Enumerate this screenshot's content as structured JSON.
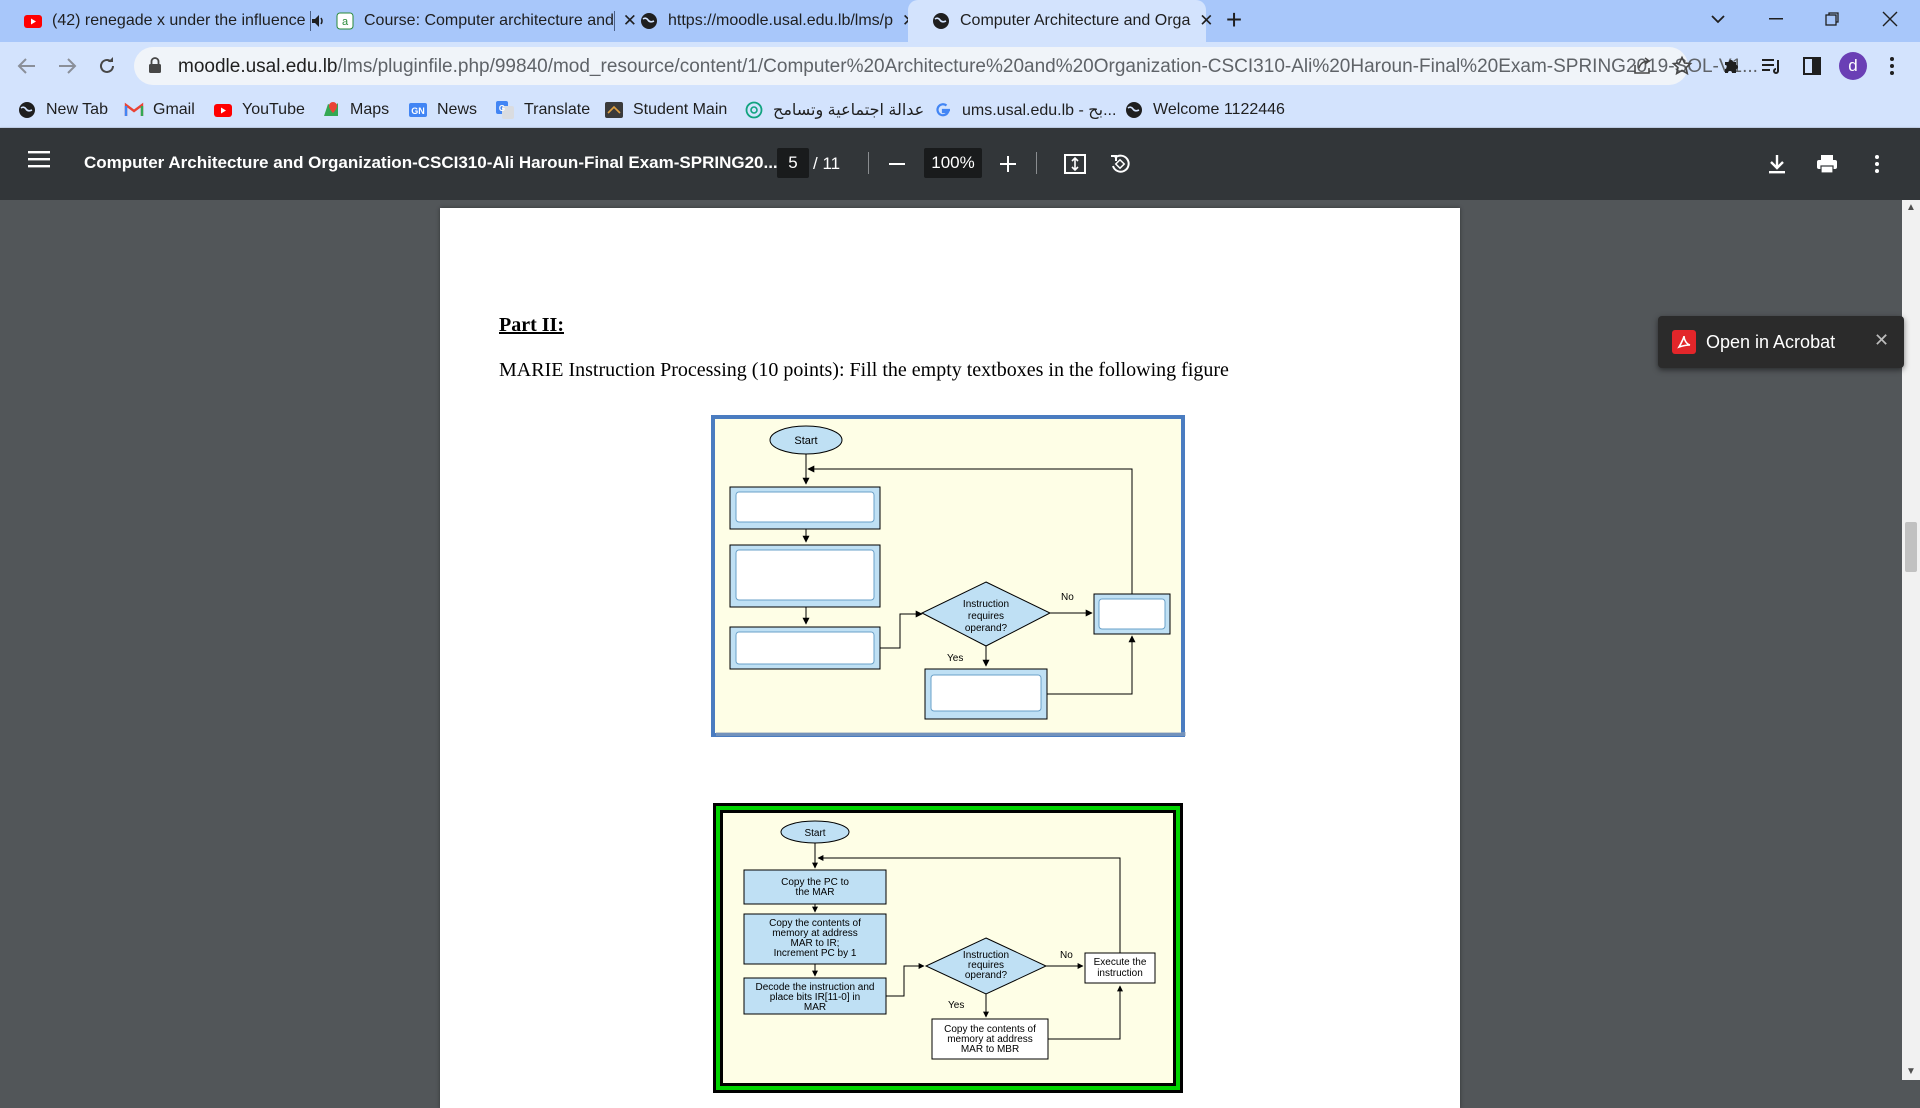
{
  "browser": {
    "tabs": [
      {
        "title": "(42) renegade x under the influence",
        "icon": "youtube-icon",
        "active": false
      },
      {
        "title": "Course: Computer architecture and",
        "icon": "moodle-icon",
        "active": false
      },
      {
        "title": "https://moodle.usal.edu.lb/lms/p",
        "icon": "globe-icon",
        "active": false
      },
      {
        "title": "Computer Architecture and Orga",
        "icon": "globe-icon",
        "active": true
      }
    ],
    "url_host": "moodle.usal.edu.lb",
    "url_path": "/lms/pluginfile.php/99840/mod_resource/content/1/Computer%20Architecture%20and%20Organization-CSCI310-Ali%20Haroun-Final%20Exam-SPRING2019-SOL-V1...",
    "profile_initial": "d",
    "bookmarks": [
      {
        "label": "New Tab",
        "icon": "globe-icon"
      },
      {
        "label": "Gmail",
        "icon": "gmail-icon"
      },
      {
        "label": "YouTube",
        "icon": "youtube-icon"
      },
      {
        "label": "Maps",
        "icon": "maps-icon"
      },
      {
        "label": "News",
        "icon": "news-icon"
      },
      {
        "label": "Translate",
        "icon": "translate-icon"
      },
      {
        "label": "Student Main",
        "icon": "student-icon"
      },
      {
        "label": "عدالة اجتماعية وتسامح",
        "icon": "chatgpt-icon"
      },
      {
        "label": "ums.usal.edu.lb - بح...",
        "icon": "google-icon"
      },
      {
        "label": "Welcome 1122446",
        "icon": "globe-icon"
      }
    ]
  },
  "pdf": {
    "title": "Computer Architecture and Organization-CSCI310-Ali Haroun-Final Exam-SPRING20...",
    "page": "5",
    "page_total": "/ 11",
    "zoom": "100%"
  },
  "document": {
    "part_title": "Part II:",
    "question": "MARIE Instruction Processing (10 points): Fill the empty textboxes in the following figure"
  },
  "figure_empty": {
    "start": "Start",
    "decision": [
      "Instruction",
      "requires",
      "operand?"
    ],
    "no": "No",
    "yes": "Yes"
  },
  "figure_solution": {
    "start": "Start",
    "step1": [
      "Copy the PC to",
      "the MAR"
    ],
    "step2": [
      "Copy the contents of",
      "memory at address",
      "MAR to IR;",
      "Increment PC by 1"
    ],
    "step3": [
      "Decode the instruction and",
      "place bits IR[11-0] in",
      "MAR"
    ],
    "decision": [
      "Instruction",
      "requires",
      "operand?"
    ],
    "no": "No",
    "yes": "Yes",
    "execute": [
      "Execute the",
      "instruction"
    ],
    "operand": [
      "Copy the contents of",
      "memory at address",
      "MAR to MBR"
    ]
  },
  "acrobat": {
    "label": "Open in Acrobat"
  },
  "colors": {
    "fig_bg": "#fefee6",
    "fig_border_blue": "#4a7cc0",
    "fig_border_green": "#00d400",
    "shape_fill": "#bfe0f4"
  }
}
